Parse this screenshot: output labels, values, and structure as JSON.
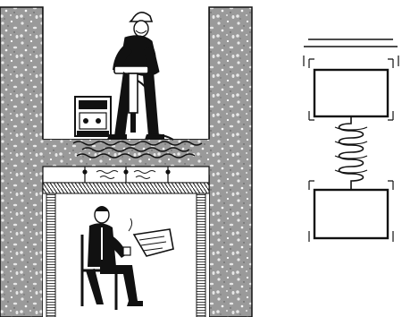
{
  "figure": {
    "panels": [
      {
        "id": "building-section",
        "subject": "worker-with-jackhammer-above-floating-floor"
      },
      {
        "id": "spring-isolator",
        "subject": "mass-spring-vibration-isolation"
      }
    ],
    "colors": {
      "ink": "#111111",
      "concrete": "#9a9a9a",
      "concrete_speck": "#e8e8e8",
      "paper": "#ffffff"
    },
    "icons": [
      "worker-figure",
      "generator-box",
      "jackhammer",
      "vibration-waves",
      "seated-man-reading",
      "coil-spring",
      "upper-mass",
      "lower-mass"
    ]
  }
}
